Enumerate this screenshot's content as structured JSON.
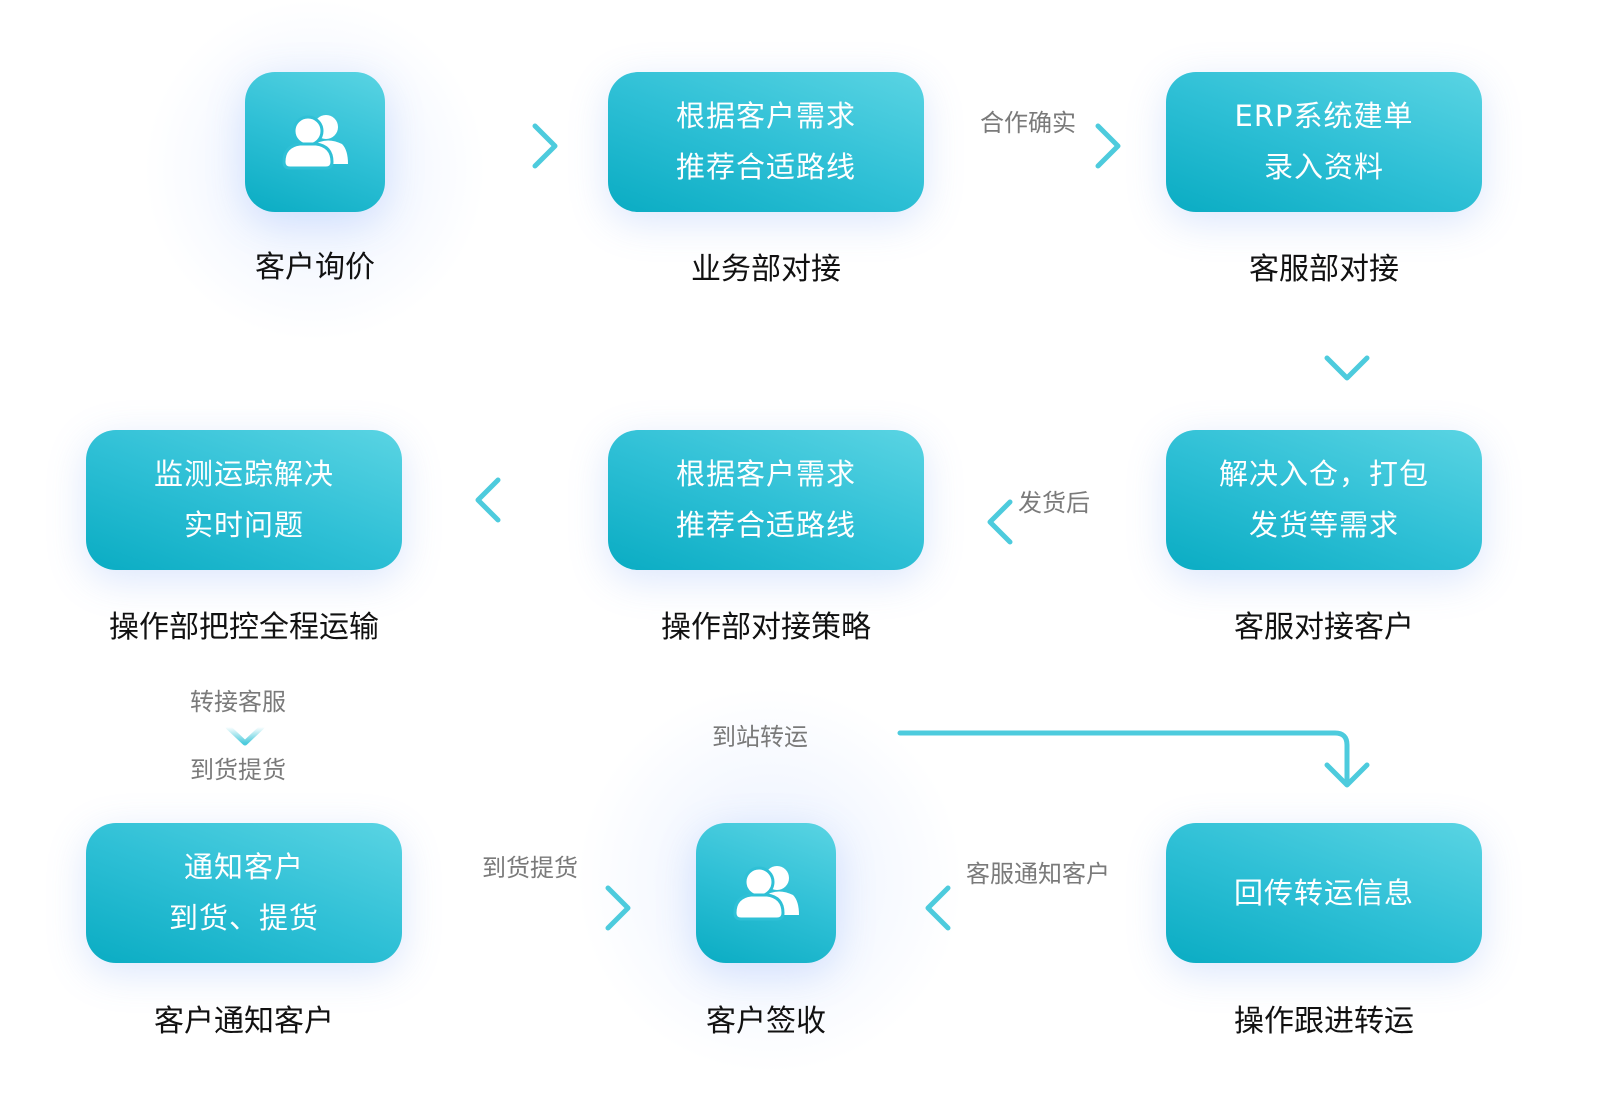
{
  "colors": {
    "box_start": "#5ad4e3",
    "box_end": "#0aacc3",
    "arrow": "#4dcbdd",
    "caption": "#111111",
    "label": "#7a7a7a"
  },
  "nodes": {
    "inquiry": {
      "icon": "users-icon",
      "caption": "客户询价"
    },
    "sales": {
      "lines": [
        "根据客户需求",
        "推荐合适路线"
      ],
      "caption": "业务部对接"
    },
    "erp": {
      "lines": [
        "ERP系统建单",
        "录入资料"
      ],
      "caption": "客服部对接"
    },
    "warehouse": {
      "lines": [
        "解决入仓，打包",
        "发货等需求"
      ],
      "caption": "客服对接客户"
    },
    "strategy": {
      "lines": [
        "根据客户需求",
        "推荐合适路线"
      ],
      "caption": "操作部对接策略"
    },
    "monitor": {
      "lines": [
        "监测运踪解决",
        "实时问题"
      ],
      "caption": "操作部把控全程运输"
    },
    "feedback": {
      "lines": [
        "回传转运信息"
      ],
      "caption": "操作跟进转运"
    },
    "signoff": {
      "icon": "users-icon",
      "caption": "客户签收"
    },
    "notify": {
      "lines": [
        "通知客户",
        "到货、提货"
      ],
      "caption": "客户通知客户"
    }
  },
  "connectors": {
    "confirm": "合作确实",
    "after_ship": "发货后",
    "transfer_cs": "转接客服",
    "arrival_pickup_1": "到货提货",
    "station_transfer": "到站转运",
    "arrival_pickup_2": "到货提货",
    "cs_notify": "客服通知客户"
  }
}
